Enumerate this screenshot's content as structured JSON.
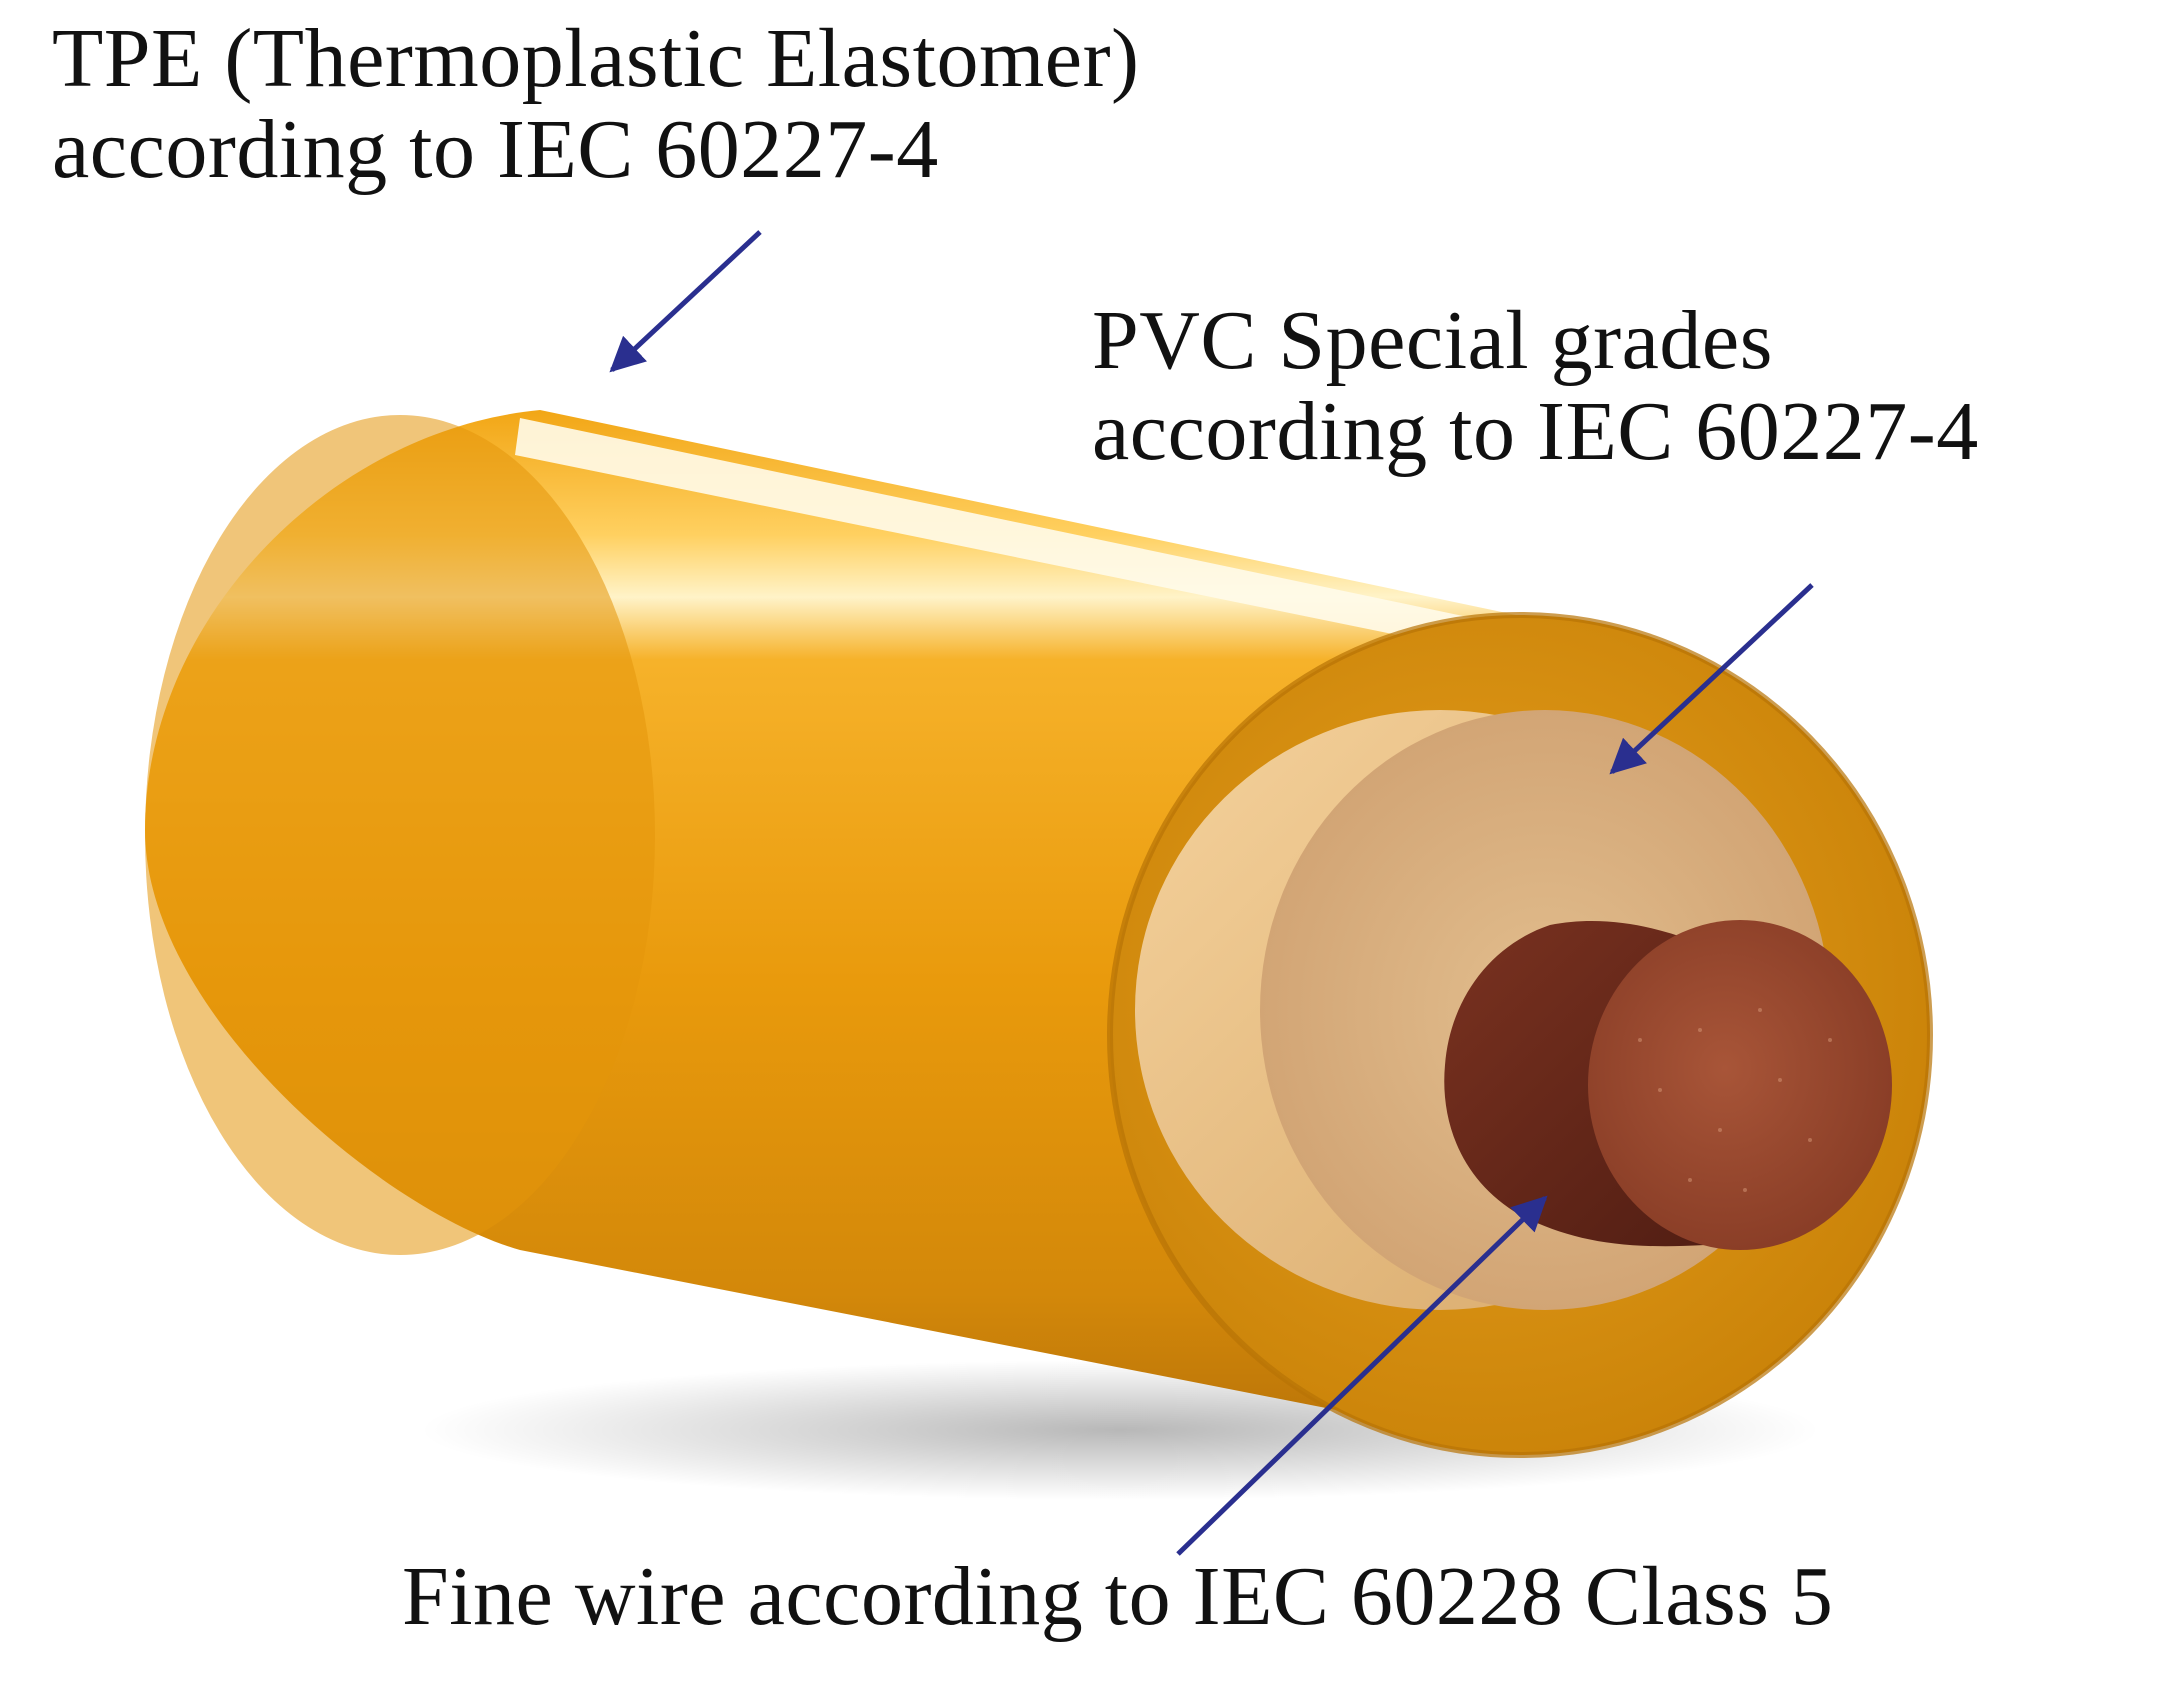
{
  "labels": {
    "tpe": {
      "line1": "TPE (Thermoplastic Elastomer)",
      "line2": "according to IEC 60227-4"
    },
    "pvc": {
      "line1": "PVC Special grades",
      "line2": "according to IEC 60227-4"
    },
    "wire": {
      "line1": "Fine wire according to IEC 60228 Class 5"
    }
  },
  "colors": {
    "outer_sheath": "#E89A0C",
    "outer_sheath_end": "#D58A08",
    "insulation": "#E8C08A",
    "insulation_face": "#D9AE7C",
    "conductor": "#6B2A1E",
    "conductor_face": "#9A4A33",
    "arrow": "#2A2F8F",
    "text": "#111111"
  }
}
